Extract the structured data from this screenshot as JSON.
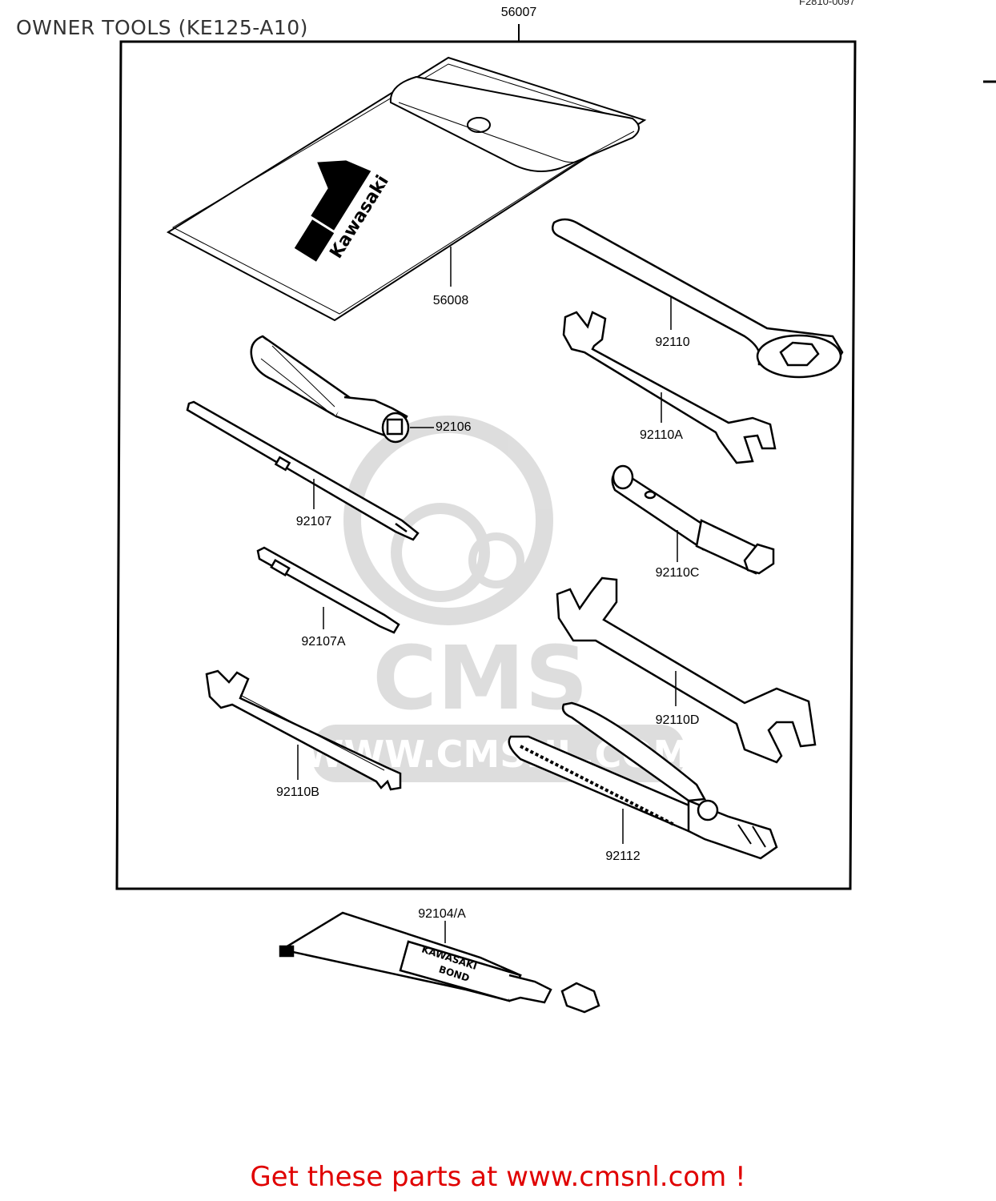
{
  "title": "OWNER TOOLS (KE125-A10)",
  "diagram_code": "F2810-0097",
  "footer": "Get these parts at www.cmsnl.com !",
  "watermark": {
    "brand": "CMS",
    "url": "WWW.CMSNL.COM"
  },
  "pouch_logo": "Kawasaki",
  "tube_print": [
    "KAWASAKI",
    "BOND"
  ],
  "parts": {
    "p56007": "56007",
    "p56008": "56008",
    "p92110": "92110",
    "p92106": "92106",
    "p92110A": "92110A",
    "p92107": "92107",
    "p92110C": "92110C",
    "p92107A": "92107A",
    "p92110D": "92110D",
    "p92110B": "92110B",
    "p92112": "92112",
    "p92104A": "92104/A"
  }
}
